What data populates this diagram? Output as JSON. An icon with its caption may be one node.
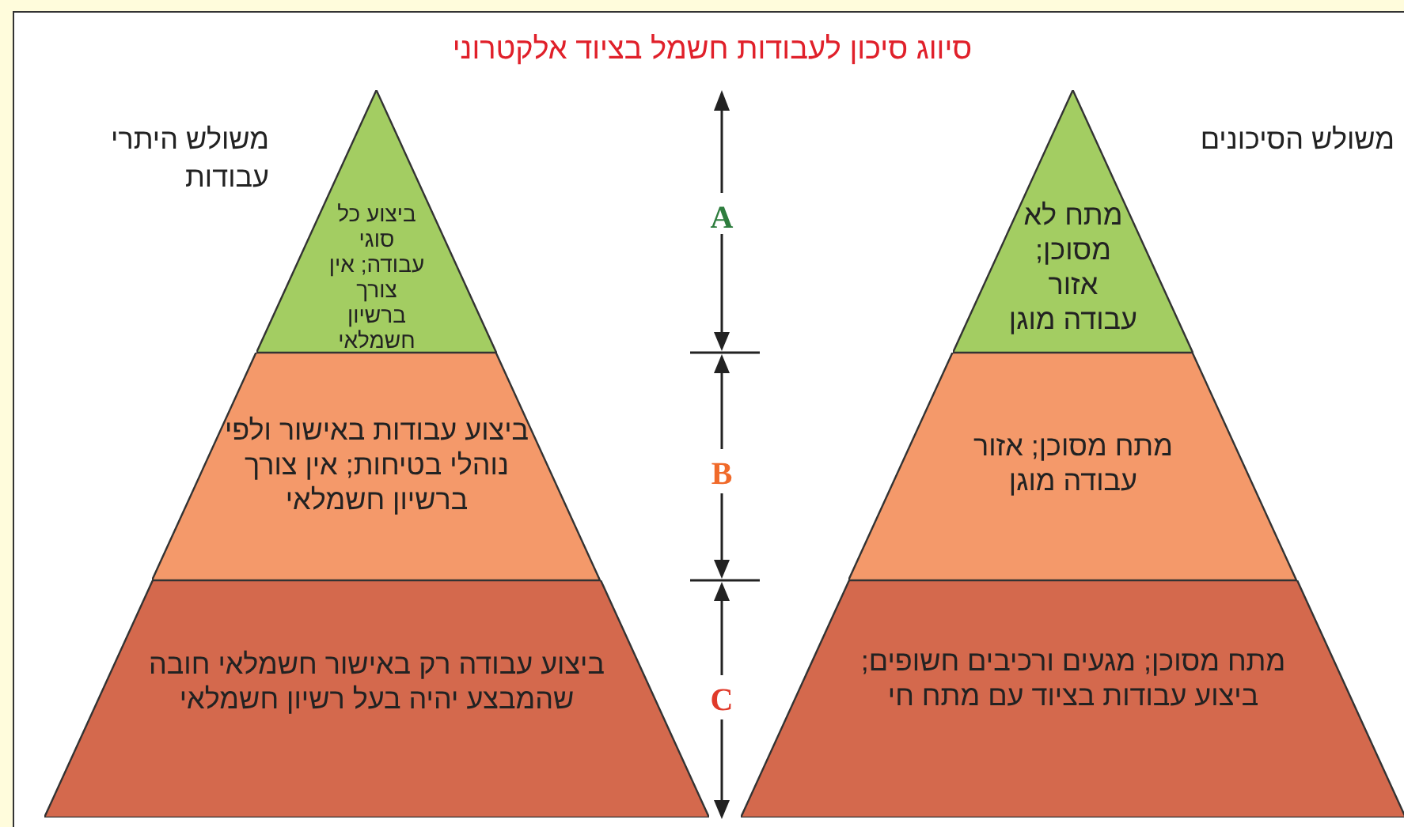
{
  "diagram": {
    "title": "סיווג סיכון לעבודות חשמל בציוד אלקטרוני",
    "nodes": [
      {
        "text": [
          "ביצוע כל סוגי עבודה; אין צורך ברשיון חשמלאי"
        ]
      },
      {
        "text": [
          "ביצוע עבודות באישור ולפי נוהלי בטיחות; אין צורך ברשיון חשמלאי"
        ]
      },
      {
        "text": [
          "ביצוע עבודה רק באישור חשמלאי חובה שהמבצע יהיה בעל רשיון חשמלאי"
        ]
      },
      {
        "text": [
          "מתח לא מסוכן; אזור עבודה מוגן"
        ]
      },
      {
        "text": [
          "מתח מסוכן; אזור עבודה מוגן"
        ]
      },
      {
        "text": [
          "מתח מסוכן; מגעים ורכיבים חשופים; ביצוע עבודות בציוד עם מתח חי"
        ]
      }
    ],
    "labels": [
      "משולש היתרי עבודות",
      "משולש הסיכונים",
      "A",
      "B",
      "C"
    ]
  }
}
